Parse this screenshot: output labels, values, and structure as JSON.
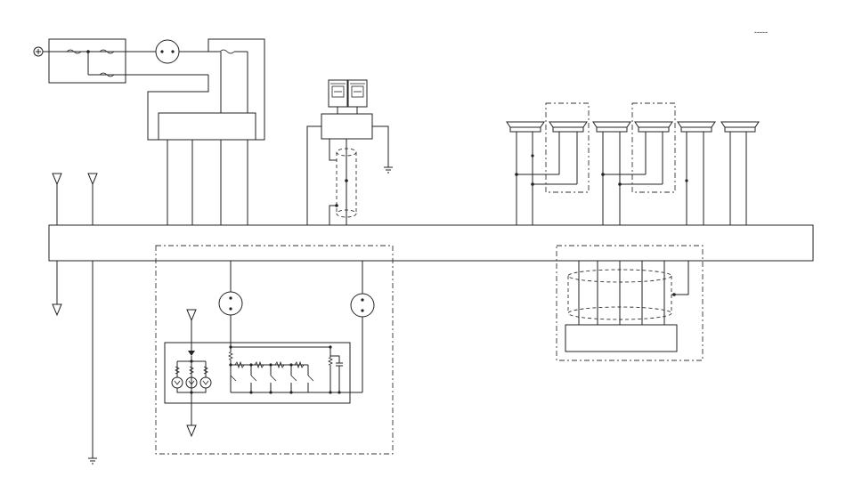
{
  "diagram": {
    "corner_mark": "-----"
  },
  "components": [
    "power-source-icon",
    "fuse-relay-block",
    "sensor-circle-top",
    "junction-box",
    "relay-switch-pair",
    "shielded-cable-top",
    "speaker-row",
    "main-control-unit",
    "left-speaker-circle",
    "right-speaker-circle",
    "switch-panel",
    "shielded-connector-right",
    "connector-block-right",
    "antenna-left-1",
    "antenna-left-2",
    "ground-symbol"
  ]
}
